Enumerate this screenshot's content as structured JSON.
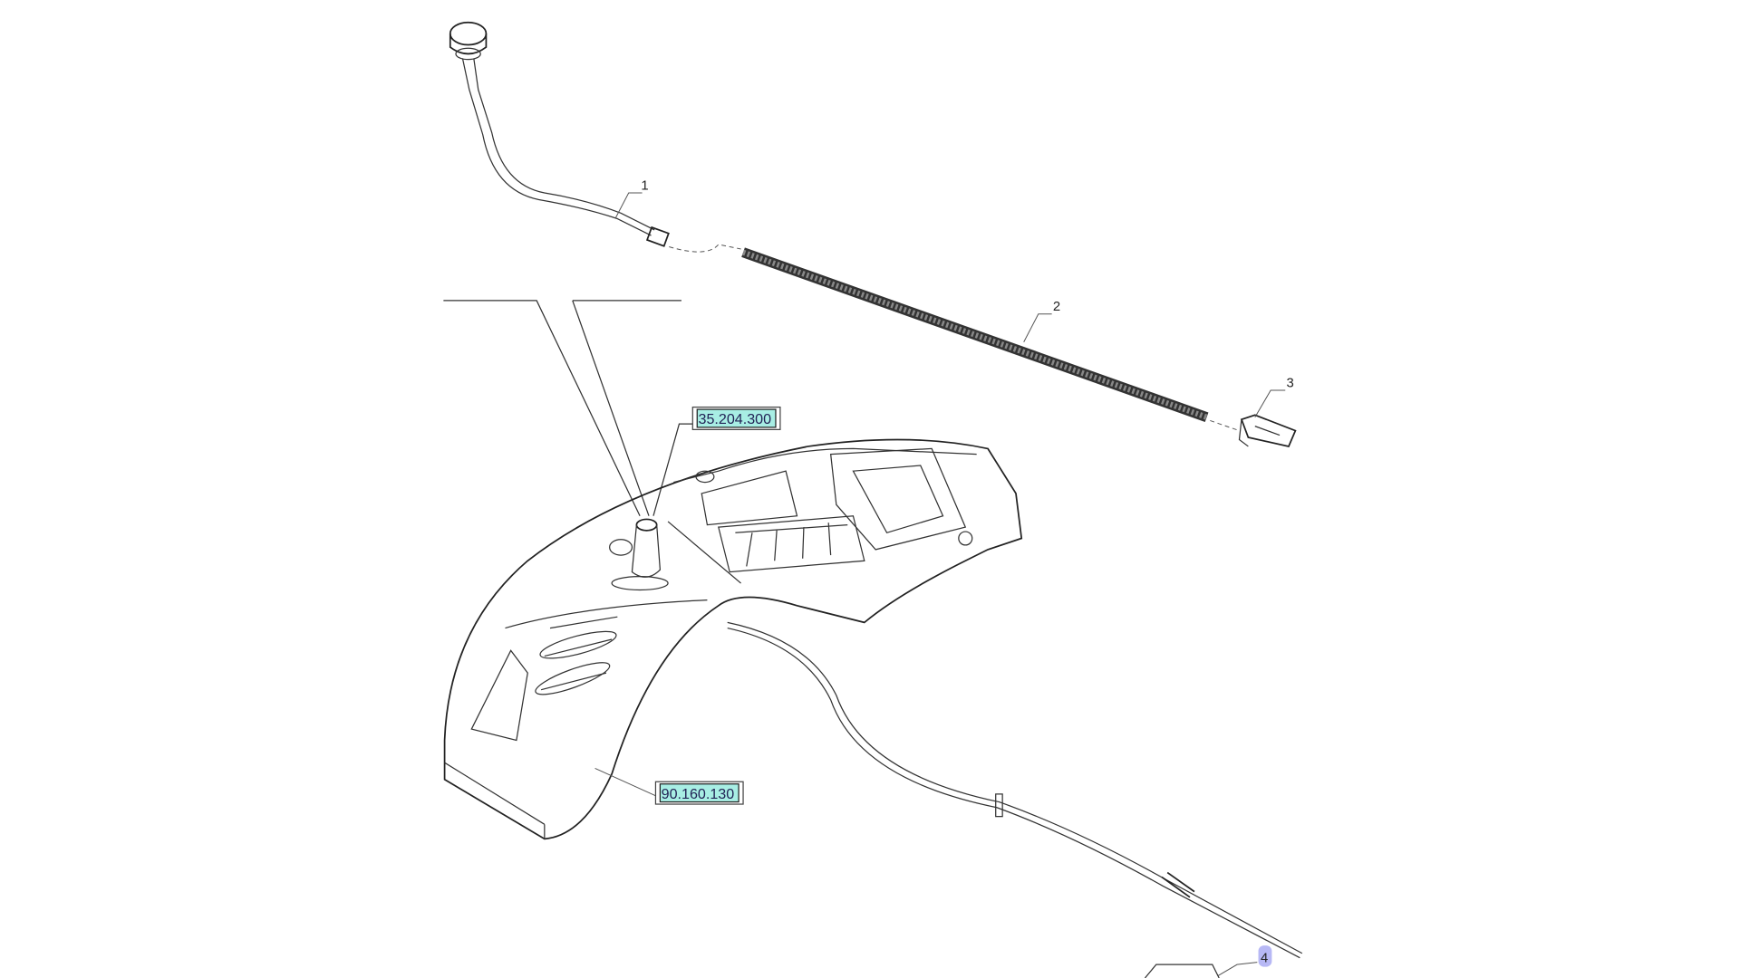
{
  "diagram": {
    "callouts": [
      {
        "id": "1",
        "label": "1"
      },
      {
        "id": "2",
        "label": "2"
      },
      {
        "id": "3",
        "label": "3"
      },
      {
        "id": "4",
        "label": "4"
      }
    ],
    "references": [
      {
        "label": "35.204.300"
      },
      {
        "label": "90.160.130"
      }
    ],
    "colors": {
      "reference_fill": "#a8eee4",
      "selected_callout": "#b7b8f5"
    }
  }
}
